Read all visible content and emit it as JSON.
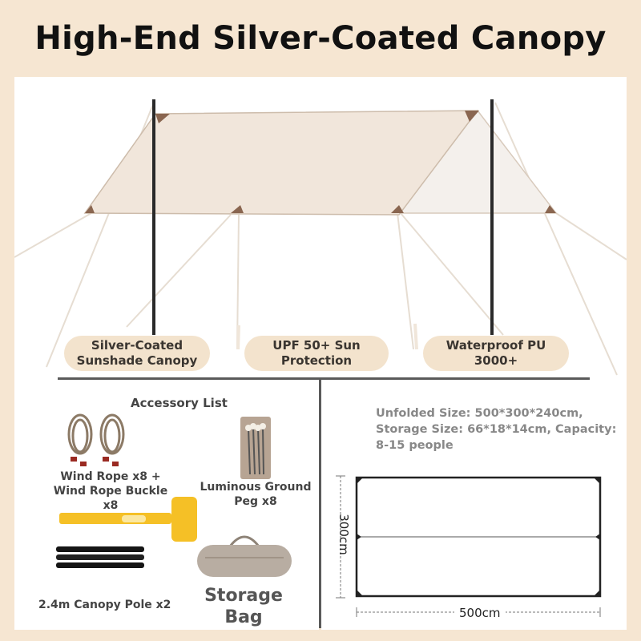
{
  "page": {
    "title": "High-End Silver-Coated Canopy"
  },
  "features": [
    {
      "line1": "Silver-Coated",
      "line2": "Sunshade Canopy"
    },
    {
      "line1": "UPF 50+ Sun",
      "line2": "Protection"
    },
    {
      "line1": "Waterproof PU 3000+",
      "line2": ""
    }
  ],
  "accessories": {
    "heading": "Accessory List",
    "rope_line1": "Wind Rope x8 +",
    "rope_line2": "Wind Rope Buckle",
    "rope_line3": "x8",
    "peg_line1": "Luminous Ground",
    "peg_line2": "Peg x8",
    "pole": "2.4m Canopy Pole x2",
    "bag_line1": "Storage",
    "bag_line2": "Bag"
  },
  "specs": {
    "line1": "Unfolded Size: 500*300*240cm,",
    "line2": "Storage Size: 66*18*14cm, Capacity:",
    "line3": "8-15 people",
    "width_label": "500cm",
    "height_label": "300cm"
  },
  "colors": {
    "background": "#f6e6d2",
    "pill": "#f3e3cd",
    "canopy": "#f2e8de",
    "mallet": "#f5c026"
  }
}
